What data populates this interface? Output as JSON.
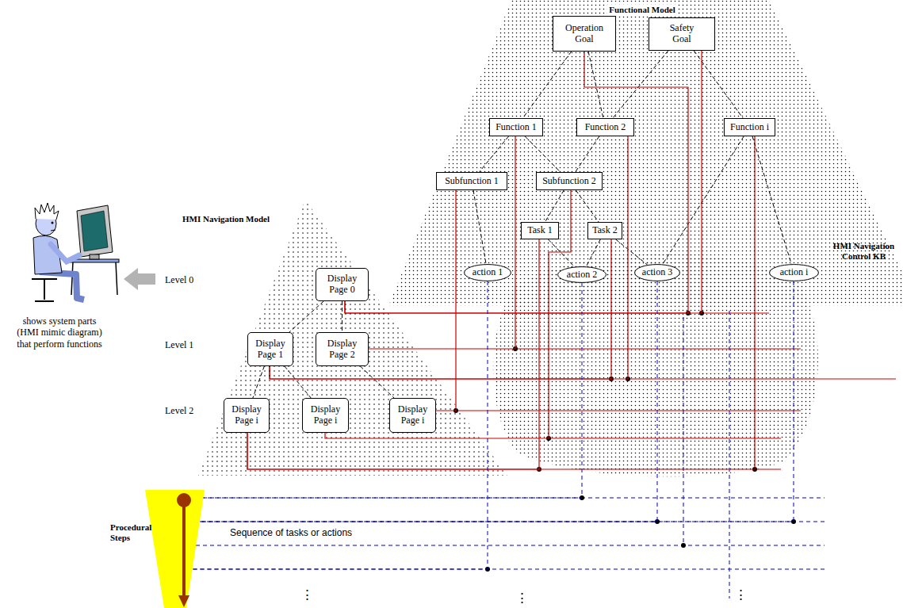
{
  "diagram": {
    "nodes": [
      {
        "text": [
          "Functional Model"
        ]
      },
      {
        "text": [
          "Operation Goal"
        ],
        "in": 0
      },
      {
        "text": [
          "Safety Goal"
        ],
        "in": 0
      },
      {
        "text": [
          "Function 1"
        ],
        "in": 0
      },
      {
        "text": [
          "Function 2"
        ],
        "in": 0
      },
      {
        "text": [
          "Function i"
        ],
        "in": 0
      },
      {
        "text": [
          "Subfunction 1"
        ],
        "in": 0
      },
      {
        "text": [
          "Subfunction 2"
        ],
        "in": 0
      },
      {
        "text": [
          "Task 1"
        ],
        "in": 0
      },
      {
        "text": [
          "Task 2"
        ],
        "in": 0
      },
      {
        "text": [
          "action 1"
        ],
        "in": 0
      },
      {
        "text": [
          "action 2"
        ],
        "in": 0
      },
      {
        "text": [
          "action 3"
        ],
        "in": 0
      },
      {
        "text": [
          "action i"
        ],
        "in": 0
      },
      {
        "text": [
          "HMI Navigation Model"
        ]
      },
      {
        "text": [
          "Display Page 0"
        ],
        "in": 14
      },
      {
        "text": [
          "Display Page 1"
        ],
        "in": 14
      },
      {
        "text": [
          "Display Page 2"
        ],
        "in": 14
      },
      {
        "text": [
          "Display Page i"
        ],
        "in": 14
      },
      {
        "text": [
          "Display Page i"
        ],
        "in": 14
      },
      {
        "text": [
          "Display Page i"
        ],
        "in": 14
      },
      {
        "text": [
          "HMI Navigation Control KB"
        ]
      },
      {
        "text": [
          "Procedural Steps"
        ]
      }
    ],
    "edges": [
      {
        "from": 1,
        "to": 3,
        "arrow": "none"
      },
      {
        "from": 1,
        "to": 4,
        "arrow": "none"
      },
      {
        "from": 2,
        "to": 4,
        "arrow": "none"
      },
      {
        "from": 2,
        "to": 5,
        "arrow": "none"
      },
      {
        "from": 3,
        "to": 6,
        "arrow": "none"
      },
      {
        "from": 3,
        "to": 7,
        "arrow": "none"
      },
      {
        "from": 4,
        "to": 7,
        "arrow": "none"
      },
      {
        "from": 5,
        "to": 12,
        "arrow": "none"
      },
      {
        "from": 5,
        "to": 13,
        "arrow": "none"
      },
      {
        "from": 6,
        "to": 10,
        "arrow": "none"
      },
      {
        "from": 7,
        "to": 8,
        "arrow": "none"
      },
      {
        "from": 7,
        "to": 9,
        "arrow": "none"
      },
      {
        "from": 8,
        "to": 11,
        "arrow": "none"
      },
      {
        "from": 9,
        "to": 11,
        "arrow": "none"
      },
      {
        "from": 9,
        "to": 12,
        "arrow": "none"
      },
      {
        "from": 15,
        "to": 16,
        "arrow": "none"
      },
      {
        "from": 15,
        "to": 17,
        "arrow": "none"
      },
      {
        "from": 16,
        "to": 18,
        "arrow": "none"
      },
      {
        "from": 16,
        "to": 19,
        "arrow": "none"
      },
      {
        "from": 17,
        "to": 20,
        "arrow": "none"
      },
      {
        "from": 15,
        "to": 1,
        "arrow": "none"
      },
      {
        "from": 15,
        "to": 2,
        "arrow": "none"
      },
      {
        "from": 17,
        "to": 3,
        "arrow": "none"
      },
      {
        "from": 16,
        "to": 9,
        "arrow": "none"
      },
      {
        "from": 16,
        "to": 4,
        "arrow": "none"
      },
      {
        "from": 18,
        "to": 8,
        "arrow": "none"
      },
      {
        "from": 18,
        "to": 5,
        "arrow": "none"
      },
      {
        "from": 19,
        "to": 7,
        "arrow": "none"
      },
      {
        "from": 20,
        "to": 6,
        "arrow": "none"
      },
      {
        "from": 10,
        "to": 22,
        "arrow": "none"
      },
      {
        "from": 11,
        "to": 22,
        "arrow": "none"
      },
      {
        "from": 12,
        "to": 22,
        "arrow": "none"
      },
      {
        "from": 13,
        "to": 22,
        "arrow": "none"
      }
    ],
    "labels": [
      "Level 0",
      "Level 1",
      "Level 2",
      "shows system parts (HMI mimic diagram) that perform functions",
      "Sequence of tasks or actions",
      "⋮",
      "⋮",
      "⋮"
    ]
  }
}
